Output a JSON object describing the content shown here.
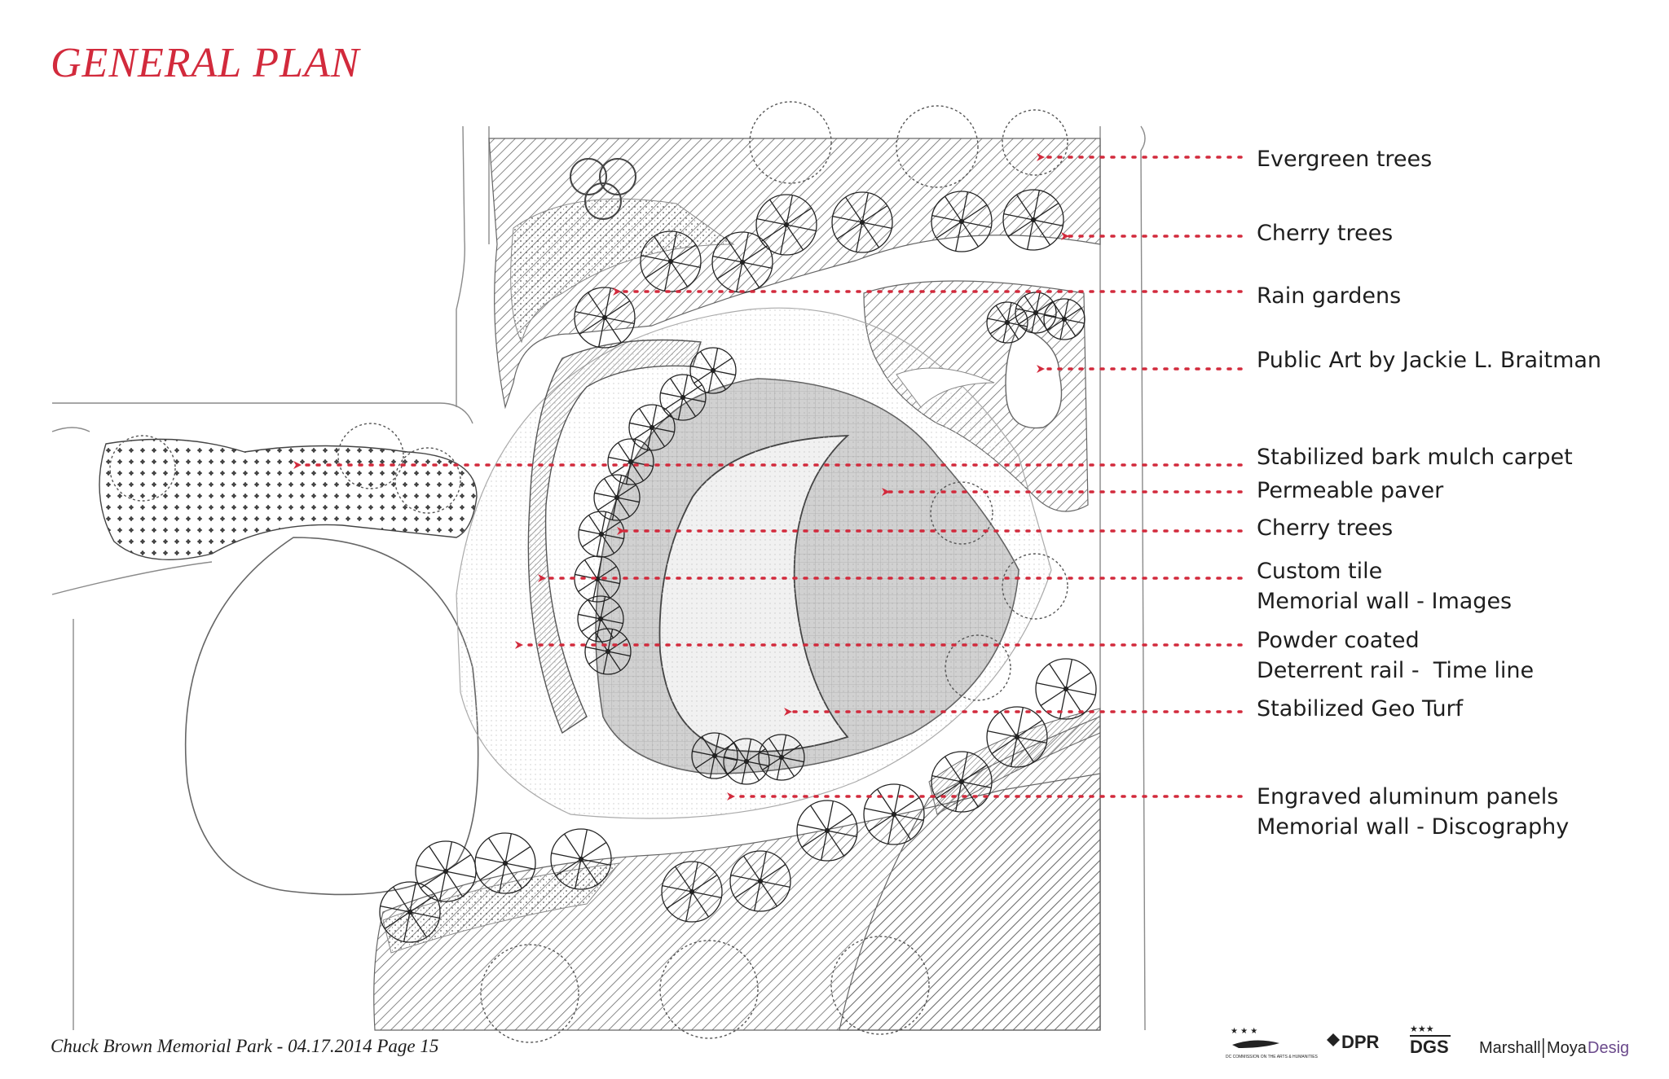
{
  "title": "GENERAL PLAN",
  "legend": [
    {
      "text": "Evergreen trees"
    },
    {
      "text": "Cherry trees"
    },
    {
      "text": "Rain gardens"
    },
    {
      "text": "Public Art by Jackie L. Braitman"
    },
    {
      "text": "Stabilized bark mulch carpet"
    },
    {
      "text": "Permeable paver"
    },
    {
      "text": "Cherry trees"
    },
    {
      "text": "Custom tile\nMemorial wall - Images"
    },
    {
      "text": "Powder coated\nDeterrent rail -  Time line"
    },
    {
      "text": "Stabilized Geo Turf"
    },
    {
      "text": "Engraved aluminum panels\nMemorial wall - Discography"
    }
  ],
  "footer": "Chuck Brown Memorial Park - 04.17.2014  Page 15",
  "logos": {
    "arts": "DC COMMISSION ON THE ARTS & HUMANITIES",
    "dpr": "DPR",
    "dgs": "DGS",
    "firm_a": "Marshall",
    "firm_b": "Moya",
    "firm_c": "Desigr"
  },
  "colors": {
    "accent": "#d22a3c",
    "ink": "#1e1e1e",
    "line": "#555555"
  },
  "icons": [
    "arrow-head-icon",
    "tree-symbol-icon"
  ]
}
